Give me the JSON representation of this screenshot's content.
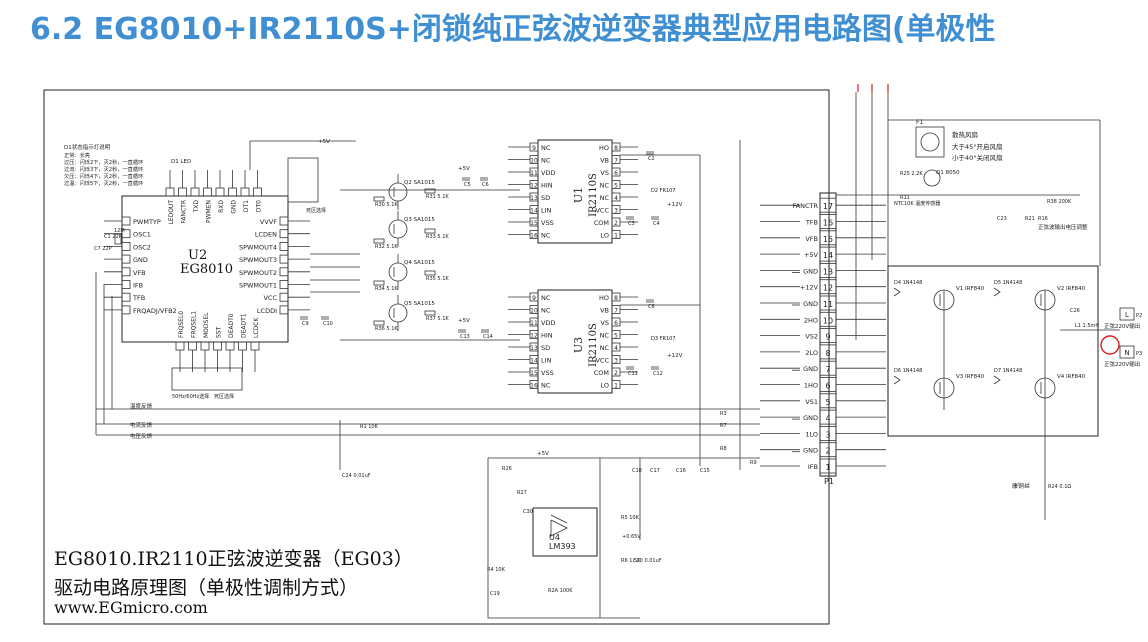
{
  "header": {
    "title": "6.2  EG8010+IR2110S+闭锁纯正弦波逆变器典型应用电路图(单极性"
  },
  "colors": {
    "title": "#3f8fd2",
    "line": "#222222",
    "net_red": "#d62020"
  },
  "caption": {
    "line1": "EG8010.IR2110正弦波逆变器（EG03）",
    "line2": "驱动电路原理图（单极性调制方式）",
    "line3": "www.EGmicro.com"
  },
  "chips": {
    "u2": {
      "ref": "U2",
      "part": "EG8010",
      "left_pins": [
        "PWMTYP",
        "OSC1",
        "OSC2",
        "GND",
        "VFB",
        "IFB",
        "TFB",
        "FRQADJ/VFB2"
      ],
      "right_pins": [
        "VVVF",
        "LCDEN",
        "SPWMOUT4",
        "SPWMOUT3",
        "SPWMOUT2",
        "SPWMOUT1",
        "VCC",
        "LCDDI"
      ],
      "top_pins": [
        "LEDOUT",
        "FANCTR",
        "TXD",
        "PWMEN",
        "RXD",
        "GND",
        "DT1",
        "DT0"
      ],
      "bottom_pins": [
        "FRQSEL0",
        "FRQSEL1",
        "MODSEL",
        "SST",
        "DEADT0",
        "DEADT1",
        "LCDCK"
      ]
    },
    "u1": {
      "ref": "U1",
      "part": "IR2110S",
      "left_pins": [
        "NC",
        "NC",
        "VDD",
        "HIN",
        "SD",
        "LIN",
        "VSS",
        "NC"
      ],
      "right_pins": [
        "HO",
        "VB",
        "VS",
        "NC",
        "NC",
        "VCC",
        "COM",
        "LO"
      ],
      "left_nums": [
        "9",
        "10",
        "11",
        "12",
        "13",
        "14",
        "15",
        "16"
      ],
      "right_nums": [
        "8",
        "7",
        "6",
        "5",
        "4",
        "3",
        "2",
        "1"
      ]
    },
    "u3": {
      "ref": "U3",
      "part": "IR2110S",
      "left_pins": [
        "NC",
        "NC",
        "VDD",
        "HIN",
        "SD",
        "LIN",
        "VSS",
        "NC"
      ],
      "right_pins": [
        "HO",
        "VB",
        "VS",
        "NC",
        "NC",
        "VCC",
        "COM",
        "LO"
      ],
      "left_nums": [
        "9",
        "10",
        "11",
        "12",
        "13",
        "14",
        "15",
        "16"
      ],
      "right_nums": [
        "8",
        "7",
        "6",
        "5",
        "4",
        "3",
        "2",
        "1"
      ]
    },
    "u4": {
      "ref": "U4",
      "part": "LM393"
    }
  },
  "connector": {
    "ref": "P1",
    "labels": [
      "IFB",
      "GND",
      "1LO",
      "GND",
      "VS1",
      "1HO",
      "GND",
      "2LO",
      "VS2",
      "2HO",
      "GND",
      "+12V",
      "GND",
      "+5V",
      "VFB",
      "TFB",
      "FANCTR"
    ],
    "nums": [
      "1",
      "2",
      "3",
      "4",
      "5",
      "6",
      "7",
      "8",
      "9",
      "10",
      "11",
      "12",
      "13",
      "14",
      "15",
      "16",
      "17"
    ]
  },
  "notes": {
    "led_title": "D1状态指示灯说明",
    "led_lines": [
      "正常：长亮",
      "过压：闪烁2下，灭2秒，一直循环",
      "过流：闪烁3下，灭2秒，一直循环",
      "欠压：闪烁4下，灭2秒，一直循环",
      "过温：闪烁5下，灭2秒，一直循环"
    ],
    "fan_line1": "散热风扇",
    "fan_line2": "大于45°开启风扇",
    "fan_line3": "小于40°关闭风扇",
    "ntc": "NTC10K\n温度传感器",
    "out_adjust": "正弦波输出电压调整",
    "out1": "正弦220V输出",
    "out2": "正弦220V输出",
    "shunt": "康铜丝",
    "temp_fb": "温度反馈",
    "cur_fb": "电流反馈",
    "volt_fb": "电压反馈",
    "freq_sel": "50Hz/60Hz选择",
    "dead_sel": "死区选择",
    "dead_sel2": "死区选择",
    "vcc_net": "+5V",
    "v12_net": "+12V"
  },
  "transistors": [
    "Q2 SA1015",
    "Q3 SA1015",
    "Q4 SA1015",
    "Q5 SA1015"
  ],
  "mosfets": [
    "V1 IRF840",
    "V2 IRF840",
    "V3 IRF840",
    "V4 IRF840"
  ],
  "misc_labels": {
    "r30": "R30 5.1K",
    "r32": "R32 5.1K",
    "r34": "R34 5.1K",
    "r36": "R36 5.1K",
    "r31": "R31 5.1K",
    "r33": "R33 5.1K",
    "r35": "R35 5.1K",
    "r37": "R37 5.1K",
    "c1": "C1 22P",
    "c7": "C7 22P",
    "xtal": "12M",
    "f1": "F1",
    "q1": "Q1 8050",
    "r25": "R25 2.2K",
    "r11": "R11",
    "r38": "R38 200K",
    "c23": "C23",
    "r21": "R21",
    "r16": "R16",
    "l1": "L1 1.5mH",
    "c26": "C26",
    "d4": "D4 1N4148",
    "d5": "D5 1N4148",
    "d6": "D6 1N4148",
    "d7": "D7 1N4148",
    "p2": "P2",
    "p3": "P3",
    "pL": "L",
    "pN": "N",
    "r24": "R24 0.1Ω",
    "r27": "R27",
    "c30": "C30",
    "r2a": "R2A 100K",
    "c19": "C19",
    "r4": "R4 10K",
    "r5": "R5 10K",
    "r6": "R6 1.5K",
    "c20": "C20 0.01uF",
    "v065": "+0.65V",
    "c18": "C18",
    "c17": "C17",
    "c16": "C16",
    "c15": "C15",
    "c24": "C24 0.01uF",
    "r26": "R26",
    "r1": "R1 10K",
    "r7": "R7",
    "r8": "R8",
    "r3": "R3",
    "r9": "R9",
    "c9": "C9",
    "c10": "C10",
    "c2": "C2",
    "c8": "C8",
    "d2": "D2 FR107",
    "d3": "D3 FR107",
    "c5": "C5",
    "c6": "C6",
    "c13": "C13",
    "c14": "C14",
    "c3": "C3",
    "c4": "C4",
    "c11": "C11",
    "c12": "C12",
    "d1": "D1 LED"
  }
}
